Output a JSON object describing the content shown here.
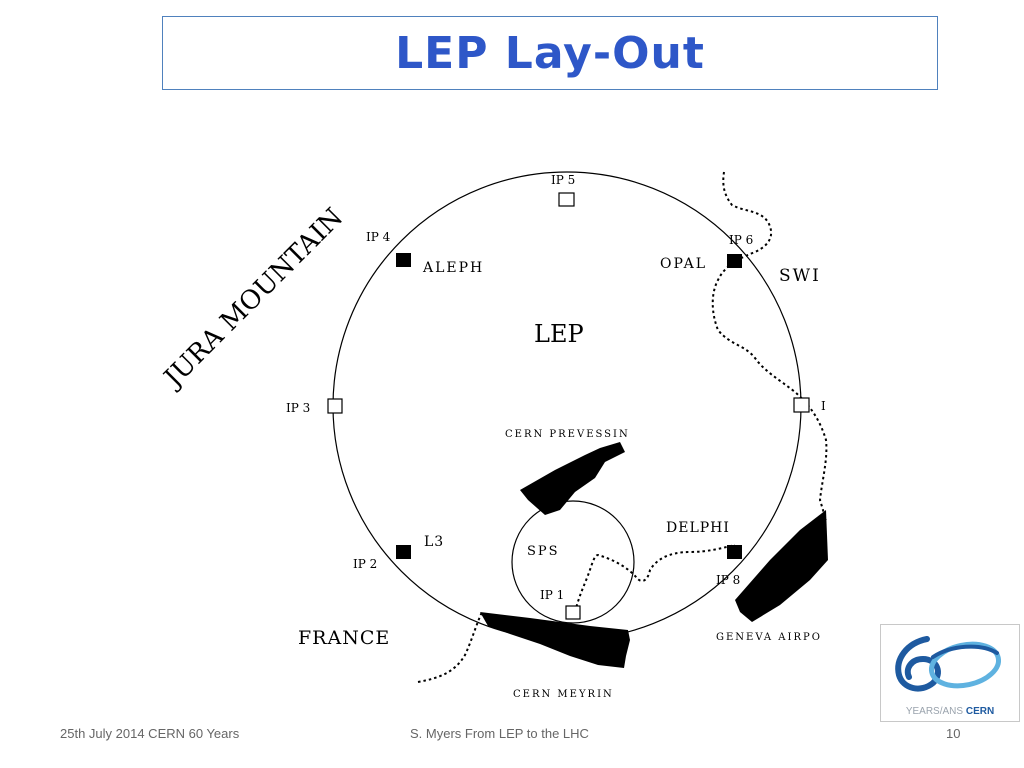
{
  "title": "LEP Lay-Out",
  "diagram": {
    "region_label": "JURA MOUNTAIN",
    "ring_label": "LEP",
    "sps_label": "SPS",
    "country_france": "FRANCE",
    "country_switzerland": "SWI",
    "sites": {
      "prevessin": "CERN PREVESSIN",
      "meyrin": "CERN MEYRIN",
      "airport": "GENEVA AIRPO"
    },
    "interaction_points": [
      {
        "id": "ip1",
        "label": "IP 1",
        "experiment": ""
      },
      {
        "id": "ip2",
        "label": "IP 2",
        "experiment": "L3"
      },
      {
        "id": "ip3",
        "label": "IP 3",
        "experiment": ""
      },
      {
        "id": "ip4",
        "label": "IP 4",
        "experiment": "ALEPH"
      },
      {
        "id": "ip5",
        "label": "IP 5",
        "experiment": ""
      },
      {
        "id": "ip6",
        "label": "IP 6",
        "experiment": "OPAL"
      },
      {
        "id": "ip7",
        "label": "I",
        "experiment": ""
      },
      {
        "id": "ip8",
        "label": "IP 8",
        "experiment": "DELPHI"
      }
    ]
  },
  "footer": {
    "date": "25th July 2014 CERN 60 Years",
    "author": "S. Myers From LEP to the LHC",
    "page": "10"
  },
  "logo": {
    "text_left": "YEARS/ANS",
    "text_right": "CERN",
    "colors": {
      "dark": "#1e5aa0",
      "light": "#5fb2e0"
    }
  }
}
